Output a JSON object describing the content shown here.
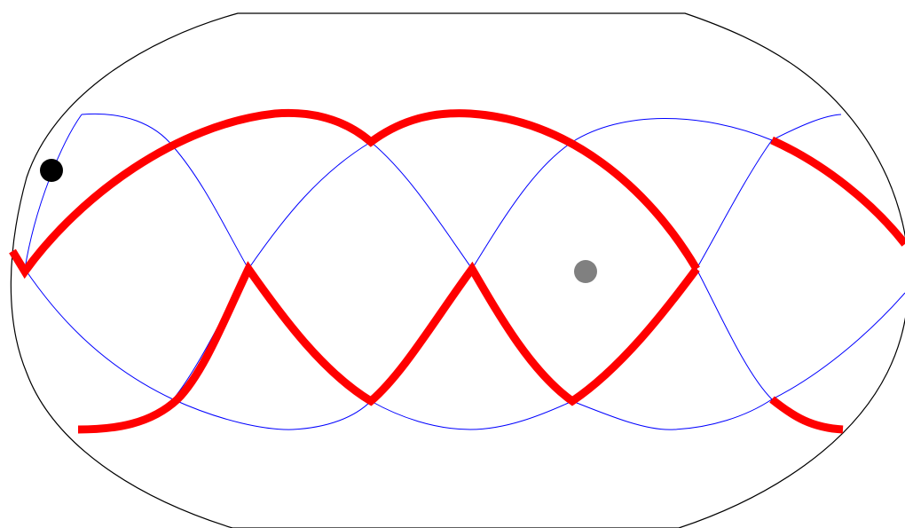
{
  "colors": {
    "background": "#ffffff",
    "boundary": "#000000",
    "grid_curve": "#0000ff",
    "highlight_path": "#ff0000",
    "marker_primary": "#000000",
    "marker_secondary": "#808080"
  },
  "elements": {
    "boundary": "boundary-outline",
    "grid_curves": [
      "blue-curve-upper-left",
      "blue-curve-upper-right",
      "blue-curve-lower-left",
      "blue-curve-lower-right",
      "blue-curve-middle-left",
      "blue-curve-middle-right"
    ],
    "red_path": "red-path",
    "markers": [
      "black-marker",
      "gray-marker"
    ]
  }
}
